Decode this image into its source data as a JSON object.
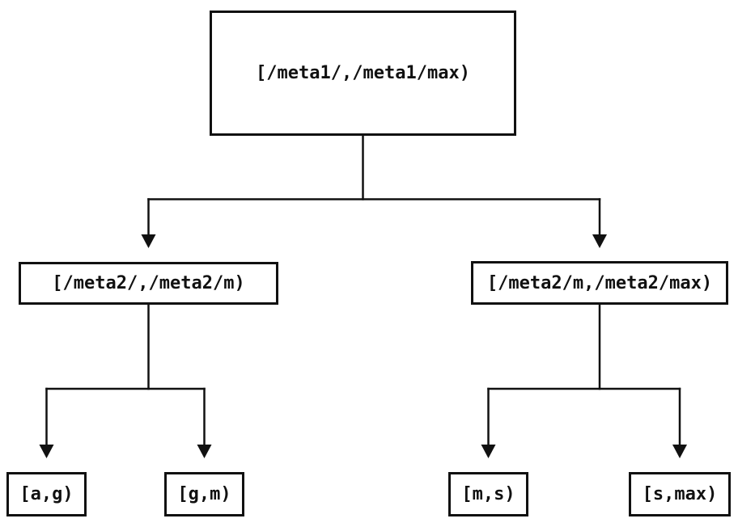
{
  "diagram": {
    "type": "tree",
    "description": "Two-level key-range partition tree",
    "root": {
      "label": "[/meta1/,/meta1/max)"
    },
    "level2": [
      {
        "label": "[/meta2/,/meta2/m)"
      },
      {
        "label": "[/meta2/m,/meta2/max)"
      }
    ],
    "leaves": [
      {
        "label": "[a,g)"
      },
      {
        "label": "[g,m)"
      },
      {
        "label": "[m,s)"
      },
      {
        "label": "[s,max)"
      }
    ],
    "edges": [
      {
        "from": "root",
        "to": "level2.0"
      },
      {
        "from": "root",
        "to": "level2.1"
      },
      {
        "from": "level2.0",
        "to": "leaves.0"
      },
      {
        "from": "level2.0",
        "to": "leaves.1"
      },
      {
        "from": "level2.1",
        "to": "leaves.2"
      },
      {
        "from": "level2.1",
        "to": "leaves.3"
      }
    ],
    "colors": {
      "background": "#ffffff",
      "line": "#111111",
      "box_border": "#111111",
      "text": "#111111"
    }
  }
}
